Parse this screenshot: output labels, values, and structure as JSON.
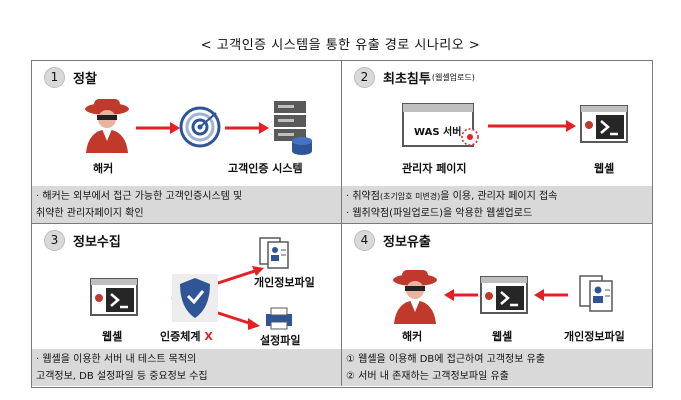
{
  "title": "< 고객인증 시스템을 통한 유출 경로 시나리오 >",
  "q1": {
    "num": "1",
    "heading": "정찰",
    "hacker": "해커",
    "system": "고객인증 시스템",
    "lines": [
      "· 해커는 외부에서 접근 가능한 고객인증시스템 및",
      "  취약한 관리자페이지 확인"
    ]
  },
  "q2": {
    "num": "2",
    "heading": "최초침투",
    "heading_sub": "(웹셸업로드)",
    "was": "WAS 서버",
    "admin": "관리자 페이지",
    "webshell": "웹셸",
    "line1_a": "· 취약점",
    "line1_b": "(초기암호 미변경)",
    "line1_c": "을 이용, 관리자 페이지 접속",
    "line2_a": "· 웹취약점",
    "line2_b": "(파일업로드)",
    "line2_c": "을 악용한 웹셸업로드"
  },
  "q3": {
    "num": "3",
    "heading": "정보수집",
    "webshell": "웹셸",
    "auth": "인증체계",
    "x_mark": "X",
    "personal_file": "개인정보파일",
    "config_file": "설정파일",
    "lines": [
      "· 웹셸을 이용한 서버 내 테스트 목적의",
      "  고객정보, DB 설정파일 등 중요정보 수집"
    ]
  },
  "q4": {
    "num": "4",
    "heading": "정보유출",
    "hacker": "해커",
    "webshell": "웹셸",
    "personal_file": "개인정보파일",
    "lines": [
      "① 웹셸을 이용해 DB에 접근하여 고객정보 유출",
      "② 서버 내 존재하는 고객정보파일 유출"
    ]
  },
  "colors": {
    "arrow": "#e41f26",
    "hacker": "#c0392b",
    "gray": "#d9d9d9",
    "shield": "#2f5597"
  }
}
